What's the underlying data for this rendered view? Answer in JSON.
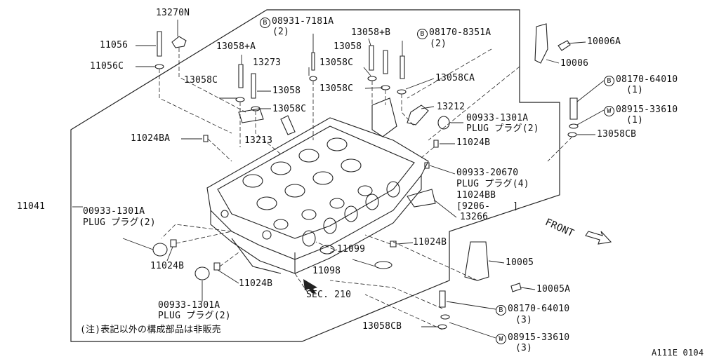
{
  "diagram": {
    "code": "A111E 0104",
    "note": "(注)表記以外の構成部品は非販売",
    "sec_ref": "SEC. 210",
    "front_label": "FRONT",
    "labels": {
      "p13270N": "13270N",
      "p11056": "11056",
      "p11056C": "11056C",
      "p08931": "08931-7181A",
      "p08931q": "(2)",
      "p13058pA": "13058+A",
      "p13058pB": "13058+B",
      "p08170_8351": "08170-8351A",
      "p08170_8351q": "(2)",
      "p13058": "13058",
      "p13273": "13273",
      "p13058C_a": "13058C",
      "p13058C_b": "13058C",
      "p13058C_c": "13058C",
      "p13058_b": "13058",
      "p13058C_d": "13058C",
      "p13058CA": "13058CA",
      "p13212": "13212",
      "p13213": "13213",
      "p00933_1301_a": "00933-1301A",
      "p00933_1301_a_sub": "PLUG プラグ(2)",
      "p11024BA": "11024BA",
      "p11024B_a": "11024B",
      "p00933_20670": "00933-20670",
      "p00933_20670_sub": "PLUG プラグ(4)",
      "p11024BB": "11024BB",
      "p11024BB_range": "[9206-    ]",
      "p13266": "13266",
      "p11041": "11041",
      "p00933_1301_b": "00933-1301A",
      "p00933_1301_b_sub": "PLUG プラグ(2)",
      "p11024B_b": "11024B",
      "p11024B_c": "11024B",
      "p11099": "11099",
      "p11098": "11098",
      "p11024B_d": "11024B",
      "p00933_1301_c": "00933-1301A",
      "p00933_1301_c_sub": "PLUG プラグ(2)",
      "p10006A": "10006A",
      "p10006": "10006",
      "p08170_64010_a": "08170-64010",
      "p08170_64010_aq": "(1)",
      "p08915_33610_a": "08915-33610",
      "p08915_33610_aq": "(1)",
      "p13058CB_a": "13058CB",
      "p10005": "10005",
      "p10005A": "10005A",
      "p08170_64010_b": "08170-64010",
      "p08170_64010_bq": "(3)",
      "p08915_33610_b": "08915-33610",
      "p08915_33610_bq": "(3)",
      "p13058CB_b": "13058CB"
    },
    "circle_marks": {
      "b": "B",
      "w": "W"
    }
  }
}
